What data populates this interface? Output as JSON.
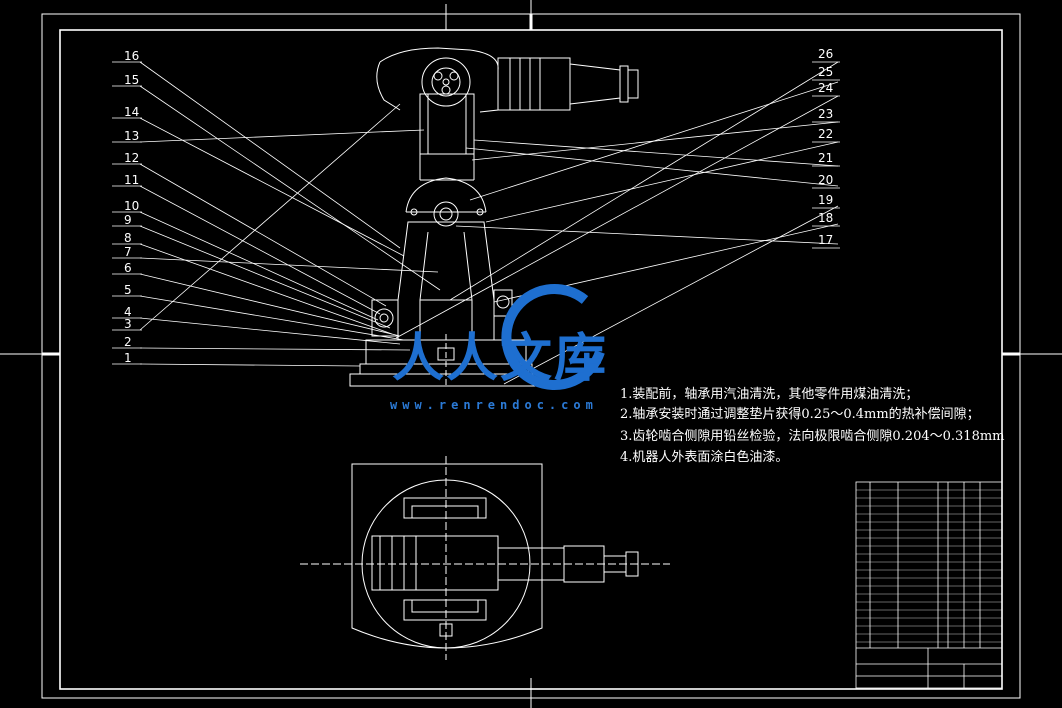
{
  "callouts_left": [
    "16",
    "15",
    "14",
    "13",
    "12",
    "11",
    "10",
    "9",
    "8",
    "7",
    "6",
    "5",
    "4",
    "3",
    "2",
    "1"
  ],
  "callouts_right": [
    "26",
    "25",
    "24",
    "23",
    "22",
    "21",
    "20",
    "19",
    "18",
    "17"
  ],
  "notes": [
    "1.装配前，轴承用汽油清洗，其他零件用煤油清洗；",
    "2.轴承安装时通过调整垫片获得0.25～0.4mm的热补偿间隙；",
    "3.齿轮啮合侧隙用铅丝检验，法向极限啮合侧隙0.204～0.318mm",
    "4.机器人外表面涂白色油漆。"
  ],
  "watermark": {
    "logo_text": "人人文库",
    "url": "www.renrendoc.com"
  },
  "colors": {
    "line": "#ffffff",
    "background": "#000000",
    "watermark": "#1e6fd0"
  }
}
